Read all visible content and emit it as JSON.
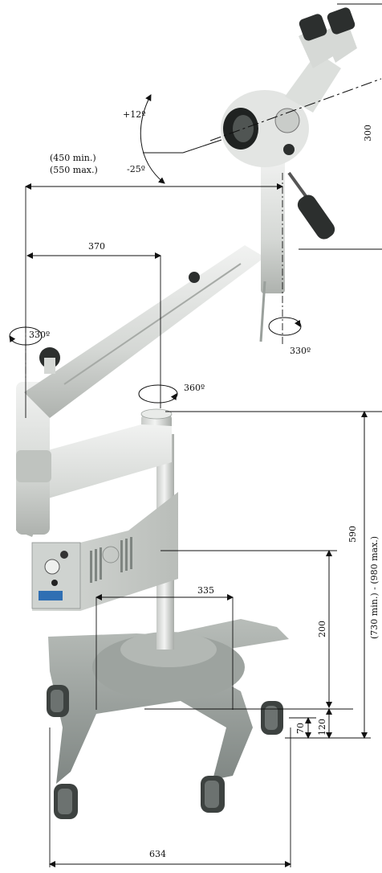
{
  "labels": {
    "tilt_up": "+12º",
    "tilt_down": "-25º",
    "reach_min": "(450 min.)",
    "reach_max": "(550 max.)",
    "eyepiece_height": "300",
    "arm_length": "370",
    "rot_left": "330º",
    "rot_right": "330º",
    "rot_column": "360º",
    "column_height": "590",
    "total_height": "(730 min.) - (980 max.)",
    "base_span": "335",
    "pole_height": "200",
    "base_height": "120",
    "wheel_height": "70",
    "base_width": "634"
  },
  "colors": {
    "device_body": "#d8dbd8",
    "base": "#9aa19d",
    "lines": "#111111"
  }
}
